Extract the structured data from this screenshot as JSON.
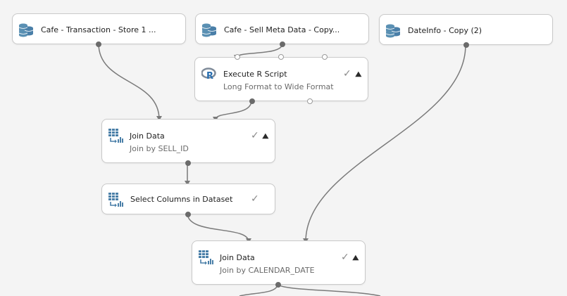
{
  "nodes": {
    "cafe_transaction": {
      "title": "Cafe - Transaction - Store 1 ..."
    },
    "cafe_sell_meta": {
      "title": "Cafe - Sell Meta Data - Copy..."
    },
    "dateinfo": {
      "title": "DateInfo - Copy (2)"
    },
    "execute_r": {
      "title": "Execute R Script",
      "subtitle": "Long Format to Wide Format"
    },
    "join_data_1": {
      "title": "Join Data",
      "subtitle": "Join by SELL_ID"
    },
    "select_columns": {
      "title": "Select Columns in Dataset"
    },
    "join_data_2": {
      "title": "Join Data",
      "subtitle": "Join by CALENDAR_DATE"
    }
  },
  "colors": {
    "dataset_icon": "#5a90b3",
    "module_icon": "#4a7fa8",
    "wire": "#7a7a7a"
  },
  "icons": {
    "dataset": "database-icon",
    "r_script": "r-logo-icon",
    "module": "table-module-icon",
    "check": "checkmark-icon",
    "caret": "chevron-up-icon"
  }
}
